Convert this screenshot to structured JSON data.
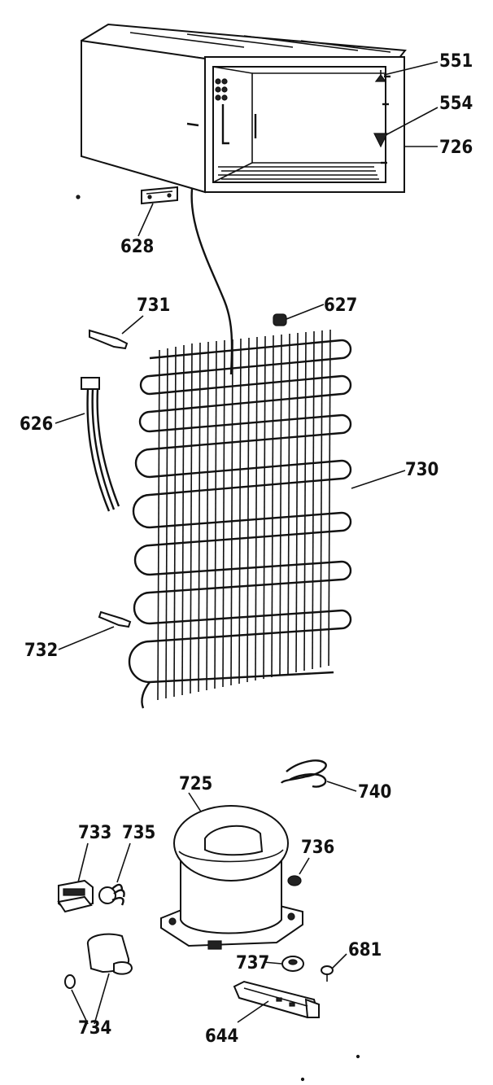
{
  "parts": {
    "p551": {
      "label": "551"
    },
    "p554": {
      "label": "554"
    },
    "p726": {
      "label": "726"
    },
    "p628": {
      "label": "628"
    },
    "p731": {
      "label": "731"
    },
    "p627": {
      "label": "627"
    },
    "p626": {
      "label": "626"
    },
    "p730": {
      "label": "730"
    },
    "p732": {
      "label": "732"
    },
    "p725": {
      "label": "725"
    },
    "p740": {
      "label": "740"
    },
    "p733": {
      "label": "733"
    },
    "p735": {
      "label": "735"
    },
    "p736": {
      "label": "736"
    },
    "p737": {
      "label": "737"
    },
    "p681": {
      "label": "681"
    },
    "p734": {
      "label": "734"
    },
    "p644": {
      "label": "644"
    }
  },
  "colors": {
    "ink": "#111111",
    "paper": "#ffffff"
  }
}
